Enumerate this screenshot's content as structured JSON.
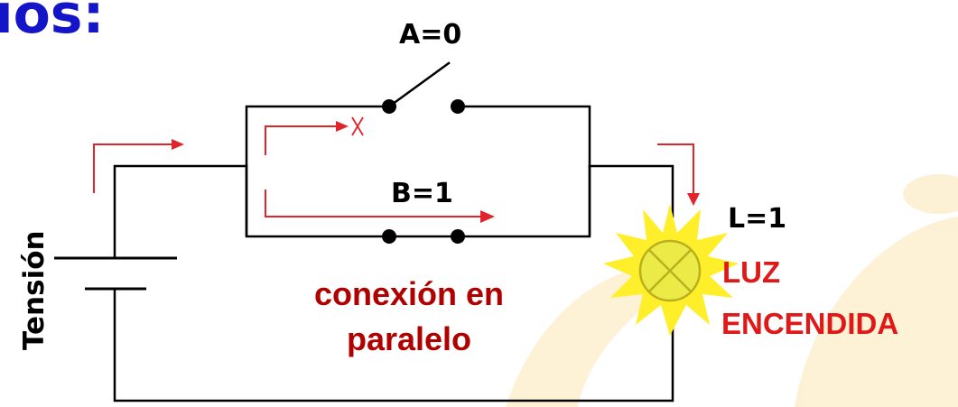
{
  "heading": {
    "text": "ios:",
    "color": "#1414c8"
  },
  "switch_a": {
    "label": "A=0"
  },
  "switch_b": {
    "label": "B=1"
  },
  "lamp": {
    "label": "L=1",
    "status_line1": "LUZ",
    "status_line2": "ENCENDIDA",
    "status_color": "#e01818",
    "glow_color": "#ffef2a"
  },
  "source": {
    "label": "Tensión"
  },
  "caption": {
    "line1": "conexión en",
    "line2": "paralelo",
    "color": "#b00000"
  },
  "colors": {
    "wire": "#000000",
    "current_arrow": "#e0242a",
    "background_shape": "#fbe6b4"
  }
}
